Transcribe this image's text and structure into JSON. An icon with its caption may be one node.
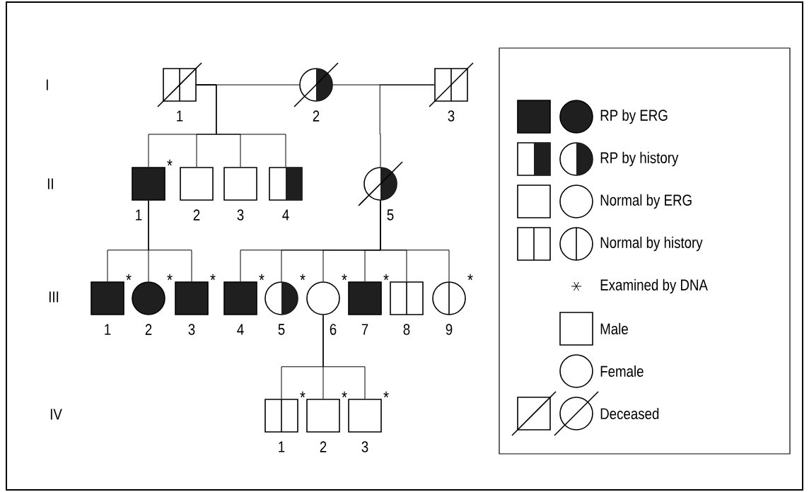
{
  "diagram": {
    "nodes": [
      {
        "text": [],
        "shape": "square-split-deceased",
        "beside": [
          "1"
        ]
      },
      {
        "text": [],
        "shape": "circle-half-deceased",
        "beside": [
          "2"
        ]
      },
      {
        "text": [],
        "shape": "square-split-deceased",
        "beside": [
          "3"
        ]
      },
      {
        "text": [],
        "shape": "square-filled",
        "beside": [
          "*",
          "1"
        ]
      },
      {
        "text": [],
        "shape": "square",
        "beside": [
          "2"
        ]
      },
      {
        "text": [],
        "shape": "square",
        "beside": [
          "3"
        ]
      },
      {
        "text": [],
        "shape": "square-half",
        "beside": [
          "4"
        ]
      },
      {
        "text": [],
        "shape": "circle-half-deceased",
        "beside": [
          "5"
        ]
      },
      {
        "text": [],
        "shape": "square-filled",
        "beside": [
          "*",
          "1"
        ]
      },
      {
        "text": [],
        "shape": "circle-filled",
        "beside": [
          "*",
          "2"
        ]
      },
      {
        "text": [],
        "shape": "square-filled",
        "beside": [
          "*",
          "3"
        ]
      },
      {
        "text": [],
        "shape": "square-filled",
        "beside": [
          "*",
          "4"
        ]
      },
      {
        "text": [],
        "shape": "circle-half",
        "beside": [
          "*",
          "5"
        ]
      },
      {
        "text": [],
        "shape": "circle",
        "beside": [
          "*",
          "6"
        ]
      },
      {
        "text": [],
        "shape": "square-filled",
        "beside": [
          "*",
          "7"
        ]
      },
      {
        "text": [],
        "shape": "square-split",
        "beside": [
          "8"
        ]
      },
      {
        "text": [],
        "shape": "circle-split",
        "beside": [
          "*",
          "9"
        ]
      },
      {
        "text": [],
        "shape": "square-split",
        "beside": [
          "*",
          "1"
        ]
      },
      {
        "text": [],
        "shape": "square",
        "beside": [
          "*",
          "2"
        ]
      },
      {
        "text": [],
        "shape": "square",
        "beside": [
          "*",
          "3"
        ]
      }
    ],
    "edges": [
      {
        "from": 0,
        "to": 1,
        "arrow": "none"
      },
      {
        "from": 1,
        "to": 2,
        "arrow": "none"
      },
      {
        "from": 0,
        "to": 3,
        "arrow": "none"
      },
      {
        "from": 0,
        "to": 4,
        "arrow": "none"
      },
      {
        "from": 0,
        "to": 5,
        "arrow": "none"
      },
      {
        "from": 0,
        "to": 6,
        "arrow": "none"
      },
      {
        "from": 2,
        "to": 7,
        "arrow": "none"
      },
      {
        "from": 3,
        "to": 8,
        "arrow": "none"
      },
      {
        "from": 3,
        "to": 9,
        "arrow": "none"
      },
      {
        "from": 3,
        "to": 10,
        "arrow": "none"
      },
      {
        "from": 7,
        "to": 11,
        "arrow": "none"
      },
      {
        "from": 7,
        "to": 12,
        "arrow": "none"
      },
      {
        "from": 7,
        "to": 13,
        "arrow": "none"
      },
      {
        "from": 7,
        "to": 14,
        "arrow": "none"
      },
      {
        "from": 7,
        "to": 15,
        "arrow": "none"
      },
      {
        "from": 7,
        "to": 16,
        "arrow": "none"
      },
      {
        "from": 13,
        "to": 17,
        "arrow": "none"
      },
      {
        "from": 13,
        "to": 18,
        "arrow": "none"
      },
      {
        "from": 13,
        "to": 19,
        "arrow": "none"
      }
    ],
    "labels": [
      "I",
      "II",
      "III",
      "IV"
    ],
    "legend": [
      {
        "text": "RP by ERG"
      },
      {
        "text": "RP by history"
      },
      {
        "text": "Normal by ERG"
      },
      {
        "text": "Normal by history"
      },
      {
        "text": "Examined by DNA"
      },
      {
        "text": "Male"
      },
      {
        "text": "Female"
      },
      {
        "text": "Deceased"
      }
    ]
  }
}
